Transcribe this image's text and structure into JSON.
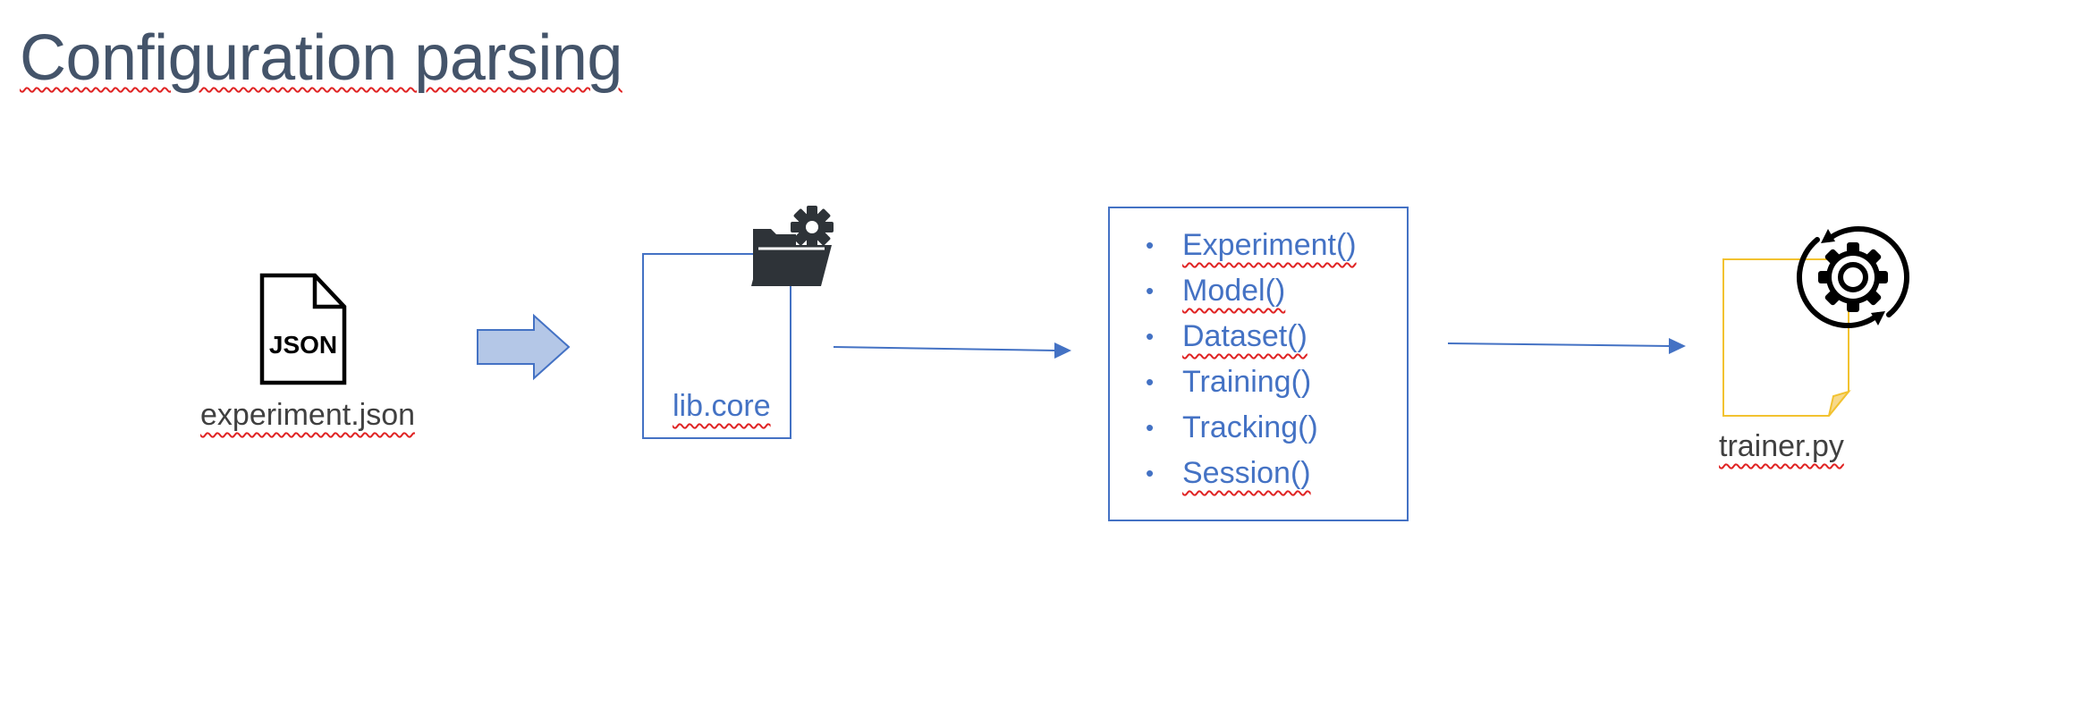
{
  "slide": {
    "title": "Configuration parsing"
  },
  "nodes": {
    "json_file": {
      "icon": "json-file-icon",
      "icon_text": "JSON",
      "label": "experiment.json"
    },
    "lib_core": {
      "icon": "folder-settings-icon",
      "label": "lib.core"
    },
    "classes": {
      "items": [
        "Experiment()",
        "Model()",
        "Dataset()",
        "Training()",
        "Tracking()",
        "Session()"
      ]
    },
    "trainer": {
      "icon": "gear-refresh-icon",
      "label": "trainer.py"
    }
  },
  "colors": {
    "title": "#44546a",
    "accent_blue": "#4472c4",
    "block_arrow_fill": "#b4c7e7",
    "trainer_box": "#f2c230",
    "icon_dark": "#2e3338",
    "spellcheck": "#e02424"
  }
}
